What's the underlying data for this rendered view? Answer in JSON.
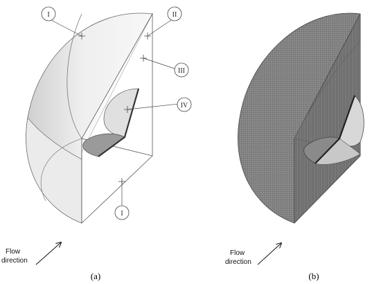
{
  "panels": [
    {
      "id": "a",
      "caption": "(a)",
      "flow_label_line1": "Flow",
      "flow_label_line2": "direction",
      "markers": [
        "I",
        "II",
        "III",
        "IV",
        "I"
      ]
    },
    {
      "id": "b",
      "caption": "(b)",
      "flow_label_line1": "Flow",
      "flow_label_line2": "direction"
    }
  ],
  "colors": {
    "surface_light": "#f2f2f2",
    "surface_mid": "#d9d9d9",
    "surface_dark": "#9a9a9a",
    "mesh_dark": "#555555",
    "line": "#444444"
  }
}
